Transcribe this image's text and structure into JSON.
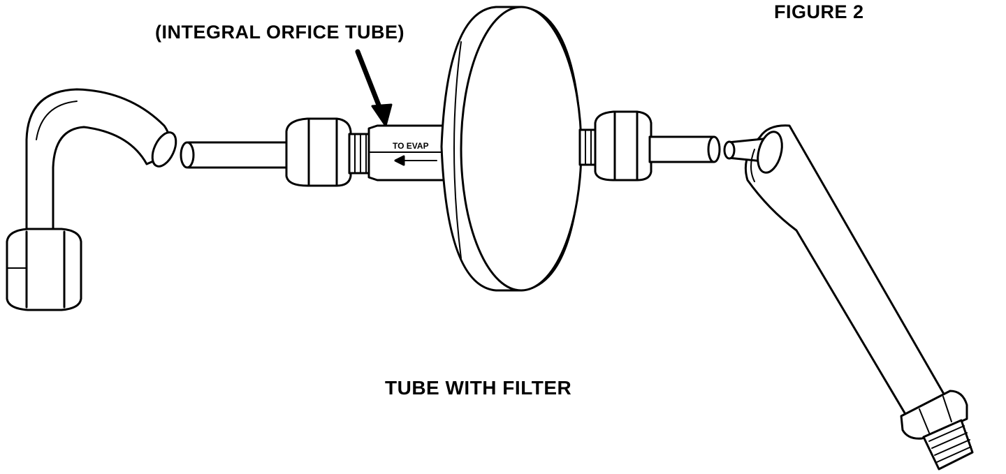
{
  "figure": {
    "number_label": "FIGURE 2",
    "callout_label": "(INTEGRAL ORFICE TUBE)",
    "caption": "TUBE WITH FILTER",
    "body_marking": "TO EVAP"
  },
  "colors": {
    "ink": "#000000",
    "paper": "#ffffff"
  }
}
